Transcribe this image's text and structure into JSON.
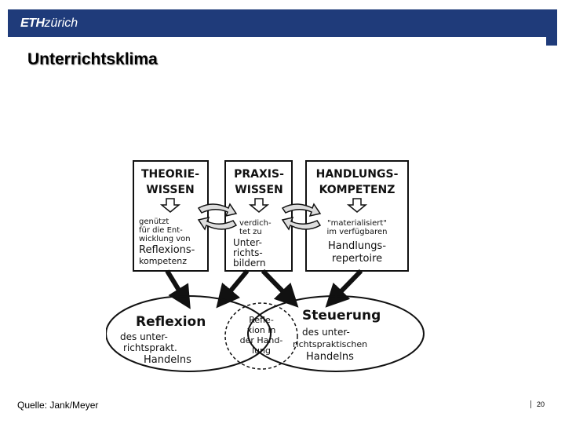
{
  "header": {
    "logo_bold": "ETH",
    "logo_italic": "zürich"
  },
  "slide": {
    "title": "Unterrichtsklima"
  },
  "diagram": {
    "boxes": [
      {
        "heading": [
          "THEORIE-",
          "WISSEN"
        ],
        "body": [
          "genützt",
          "für die Ent-",
          "wicklung von",
          "Reflexions-",
          "kompetenz"
        ]
      },
      {
        "heading": [
          "PRAXIS-",
          "WISSEN"
        ],
        "body": [
          "verdich-",
          "tet zu",
          "Unter-",
          "richts-",
          "bildern"
        ]
      },
      {
        "heading": [
          "HANDLUNGS-",
          "KOMPETENZ"
        ],
        "body": [
          "\"materialisiert\"",
          "im verfügbaren",
          "Handlungs-",
          "repertoire"
        ]
      }
    ],
    "left_ellipse": {
      "heading": "Reflexion",
      "body": [
        "des unter-",
        "richtsprakt.",
        "Handelns"
      ]
    },
    "right_ellipse": {
      "heading": "Steuerung",
      "body": [
        "des unter-",
        "richtspraktischen",
        "Handelns"
      ]
    },
    "overlap": [
      "Refle-",
      "xion in",
      "der Hand-",
      "lung"
    ]
  },
  "footer": {
    "source": "Quelle: Jank/Meyer",
    "page": "20"
  }
}
